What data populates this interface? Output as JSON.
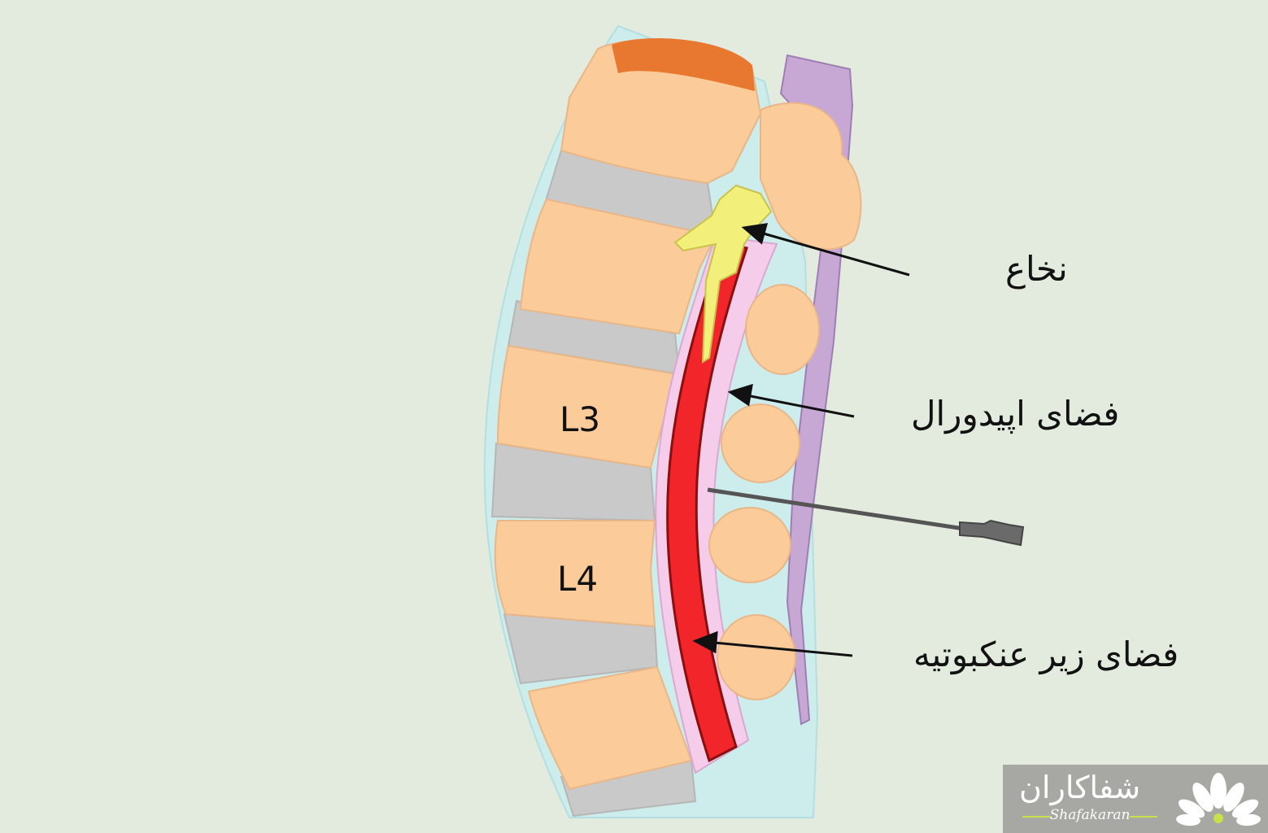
{
  "vertebrae": {
    "upper_label": "L3",
    "lower_label": "L4"
  },
  "labels": {
    "spinal_cord": "نخاع",
    "epidural_space": "فضای اپیدورال",
    "subarachnoid_space": "فضای زیر عنکبوتیه"
  },
  "watermark": {
    "persian": "شفاکاران",
    "latin": "Shafakaran"
  },
  "colors": {
    "background": "#e3ebdf",
    "bone": "#fbcb9a",
    "disc": "#c9c9c9",
    "ligament": "#ccedeb",
    "dura": "#f5ccea",
    "csf_space": "#f2262a",
    "spinal_cord": "#f2f07b",
    "skin": "#c7a7d4",
    "bone_cut": "#e8782f"
  }
}
